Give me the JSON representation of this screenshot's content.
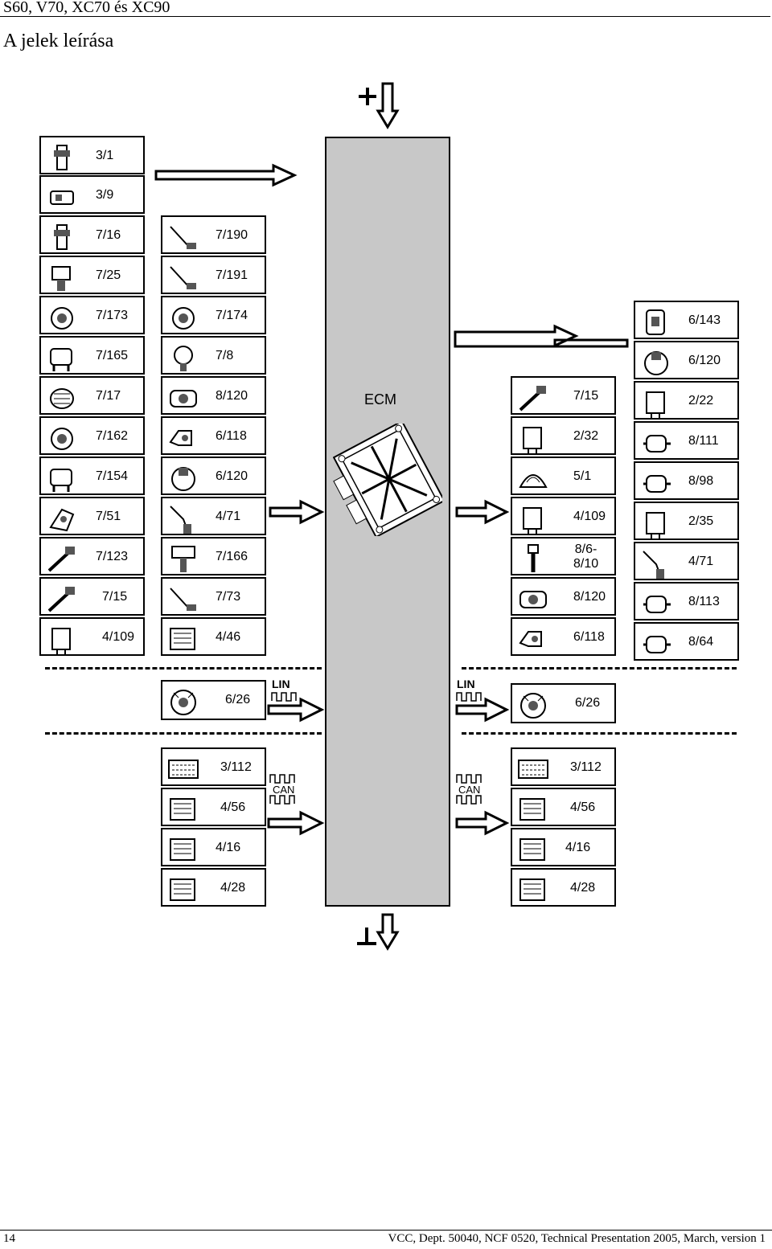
{
  "header": {
    "doc_title": "S60, V70, XC70 és XC90",
    "section_title": "A jelek leírása"
  },
  "ecm": {
    "label": "ECM"
  },
  "inputs_col1": [
    {
      "label": "3/1",
      "icon": "temperature-sensor-icon"
    },
    {
      "label": "3/9",
      "icon": "switch-icon"
    },
    {
      "label": "7/16",
      "icon": "temperature-sensor-icon"
    },
    {
      "label": "7/25",
      "icon": "position-sensor-icon"
    },
    {
      "label": "7/173",
      "icon": "pressure-sensor-icon"
    },
    {
      "label": "7/165",
      "icon": "sensor-icon"
    },
    {
      "label": "7/17",
      "icon": "mass-air-flow-sensor-icon"
    },
    {
      "label": "7/162",
      "icon": "pressure-sensor-icon"
    },
    {
      "label": "7/154",
      "icon": "sensor-icon"
    },
    {
      "label": "7/51",
      "icon": "pedal-sensor-icon"
    },
    {
      "label": "7/123",
      "icon": "oxygen-sensor-icon"
    },
    {
      "label": "7/15",
      "icon": "oxygen-sensor-icon"
    },
    {
      "label": "4/109",
      "icon": "relay-icon"
    }
  ],
  "inputs_col2": [
    {
      "label": "7/190",
      "icon": "temperature-probe-icon"
    },
    {
      "label": "7/191",
      "icon": "temperature-probe-icon"
    },
    {
      "label": "7/174",
      "icon": "pressure-sensor-icon"
    },
    {
      "label": "7/8",
      "icon": "pressure-switch-icon"
    },
    {
      "label": "8/120",
      "icon": "throttle-unit-icon"
    },
    {
      "label": "6/118",
      "icon": "valve-icon"
    },
    {
      "label": "6/120",
      "icon": "throttle-body-icon"
    },
    {
      "label": "4/71",
      "icon": "glow-plug-icon"
    },
    {
      "label": "7/166",
      "icon": "ignition-coil-icon"
    },
    {
      "label": "7/73",
      "icon": "temperature-probe-icon"
    },
    {
      "label": "4/46",
      "icon": "control-module-icon"
    }
  ],
  "outputs_col1": [
    {
      "label": "7/15",
      "icon": "oxygen-sensor-icon"
    },
    {
      "label": "2/32",
      "icon": "relay-icon"
    },
    {
      "label": "5/1",
      "icon": "instrument-cluster-icon"
    },
    {
      "label": "4/109",
      "icon": "relay-icon"
    },
    {
      "label": "8/6-\n8/10",
      "icon": "injector-icon"
    },
    {
      "label": "8/120",
      "icon": "throttle-unit-icon"
    },
    {
      "label": "6/118",
      "icon": "valve-icon"
    }
  ],
  "outputs_col2": [
    {
      "label": "6/143",
      "icon": "actuator-icon"
    },
    {
      "label": "6/120",
      "icon": "throttle-body-icon"
    },
    {
      "label": "2/22",
      "icon": "relay-icon"
    },
    {
      "label": "8/111",
      "icon": "solenoid-valve-icon"
    },
    {
      "label": "8/98",
      "icon": "solenoid-valve-icon"
    },
    {
      "label": "2/35",
      "icon": "relay-icon"
    },
    {
      "label": "4/71",
      "icon": "glow-plug-icon"
    },
    {
      "label": "8/113",
      "icon": "solenoid-valve-icon"
    },
    {
      "label": "8/64",
      "icon": "solenoid-valve-icon"
    }
  ],
  "lin": {
    "label": "LIN",
    "left": {
      "label": "6/26",
      "icon": "alternator-icon"
    },
    "right": {
      "label": "6/26",
      "icon": "alternator-icon"
    }
  },
  "can": {
    "label": "CAN",
    "left": [
      {
        "label": "3/112",
        "icon": "control-panel-icon"
      },
      {
        "label": "4/56",
        "icon": "control-module-icon"
      },
      {
        "label": "4/16",
        "icon": "control-module-icon"
      },
      {
        "label": "4/28",
        "icon": "control-module-icon"
      }
    ],
    "right": [
      {
        "label": "3/112",
        "icon": "control-panel-icon"
      },
      {
        "label": "4/56",
        "icon": "control-module-icon"
      },
      {
        "label": "4/16",
        "icon": "control-module-icon"
      },
      {
        "label": "4/28",
        "icon": "control-module-icon"
      }
    ]
  },
  "footer": {
    "page_number": "14",
    "text": "VCC, Dept. 50040, NCF 0520, Technical Presentation 2005, March, version 1"
  }
}
